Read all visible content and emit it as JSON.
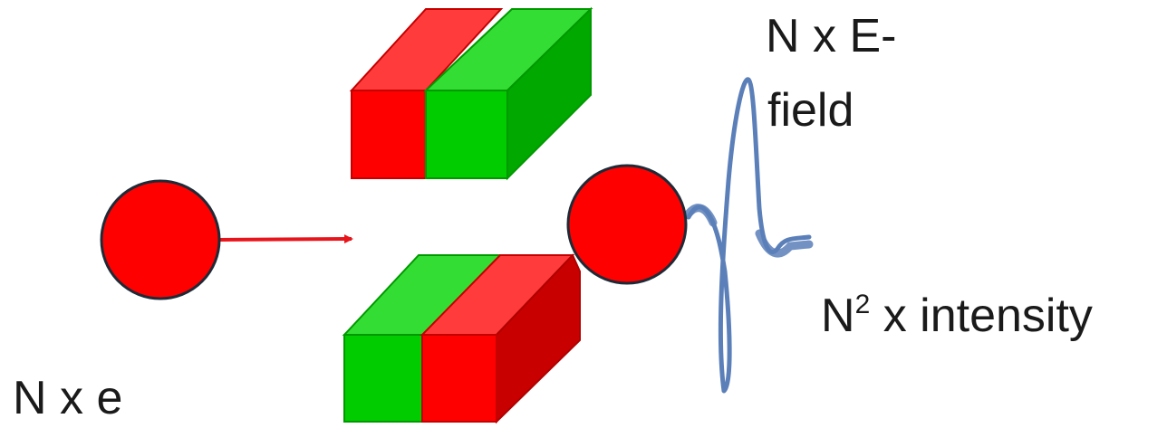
{
  "labels": {
    "input_charge": "N x e",
    "efield_line1": "N x E-",
    "efield_line2": "field",
    "intensity_prefix": "N",
    "intensity_exponent": "2",
    "intensity_suffix": " x intensity"
  },
  "colors": {
    "electron": "#ff0000",
    "electron_outline": "#1f2a36",
    "arrow": "#e8141b",
    "red_front": "#ff0000",
    "red_top": "#ff3b3b",
    "red_side": "#c90000",
    "green_front": "#00cc00",
    "green_top": "#33dd33",
    "green_side": "#00a800",
    "waveform": "#5b7fb8"
  }
}
